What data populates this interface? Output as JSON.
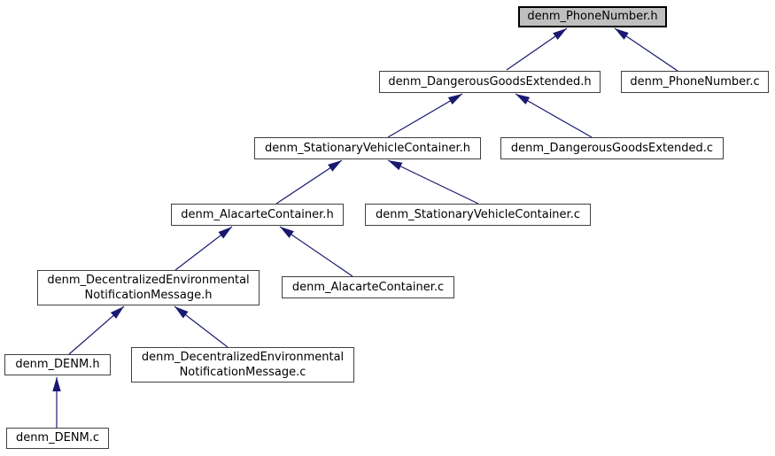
{
  "graph": {
    "type": "include-dependency-graph",
    "colors": {
      "edge-color": "#191970",
      "node-fill": "#ffffff",
      "node-border": "#404040",
      "highlight-fill": "#bfbfbf",
      "highlight-border": "#000000",
      "text-color": "#000000",
      "bg-color": "#ffffff"
    },
    "nodes": [
      {
        "label": "denm_PhoneNumber.h",
        "highlighted": true
      },
      {
        "label": "denm_DangerousGoodsExtended.h",
        "highlighted": false
      },
      {
        "label": "denm_PhoneNumber.c",
        "highlighted": false
      },
      {
        "label": "denm_StationaryVehicleContainer.h",
        "highlighted": false
      },
      {
        "label": "denm_DangerousGoodsExtended.c",
        "highlighted": false
      },
      {
        "label": "denm_AlacarteContainer.h",
        "highlighted": false
      },
      {
        "label": "denm_StationaryVehicleContainer.c",
        "highlighted": false
      },
      {
        "label": "denm_DecentralizedEnvironmental\nNotificationMessage.h",
        "highlighted": false
      },
      {
        "label": "denm_AlacarteContainer.c",
        "highlighted": false
      },
      {
        "label": "denm_DENM.h",
        "highlighted": false
      },
      {
        "label": "denm_DecentralizedEnvironmental\nNotificationMessage.c",
        "highlighted": false
      },
      {
        "label": "denm_DENM.c",
        "highlighted": false
      }
    ],
    "edges": [
      {
        "from": "denm_DangerousGoodsExtended.h",
        "to": "denm_PhoneNumber.h"
      },
      {
        "from": "denm_PhoneNumber.c",
        "to": "denm_PhoneNumber.h"
      },
      {
        "from": "denm_StationaryVehicleContainer.h",
        "to": "denm_DangerousGoodsExtended.h"
      },
      {
        "from": "denm_DangerousGoodsExtended.c",
        "to": "denm_DangerousGoodsExtended.h"
      },
      {
        "from": "denm_AlacarteContainer.h",
        "to": "denm_StationaryVehicleContainer.h"
      },
      {
        "from": "denm_StationaryVehicleContainer.c",
        "to": "denm_StationaryVehicleContainer.h"
      },
      {
        "from": "denm_DecentralizedEnvironmentalNotificationMessage.h",
        "to": "denm_AlacarteContainer.h"
      },
      {
        "from": "denm_AlacarteContainer.c",
        "to": "denm_AlacarteContainer.h"
      },
      {
        "from": "denm_DENM.h",
        "to": "denm_DecentralizedEnvironmentalNotificationMessage.h"
      },
      {
        "from": "denm_DecentralizedEnvironmentalNotificationMessage.c",
        "to": "denm_DecentralizedEnvironmentalNotificationMessage.h"
      },
      {
        "from": "denm_DENM.c",
        "to": "denm_DENM.h"
      }
    ]
  }
}
